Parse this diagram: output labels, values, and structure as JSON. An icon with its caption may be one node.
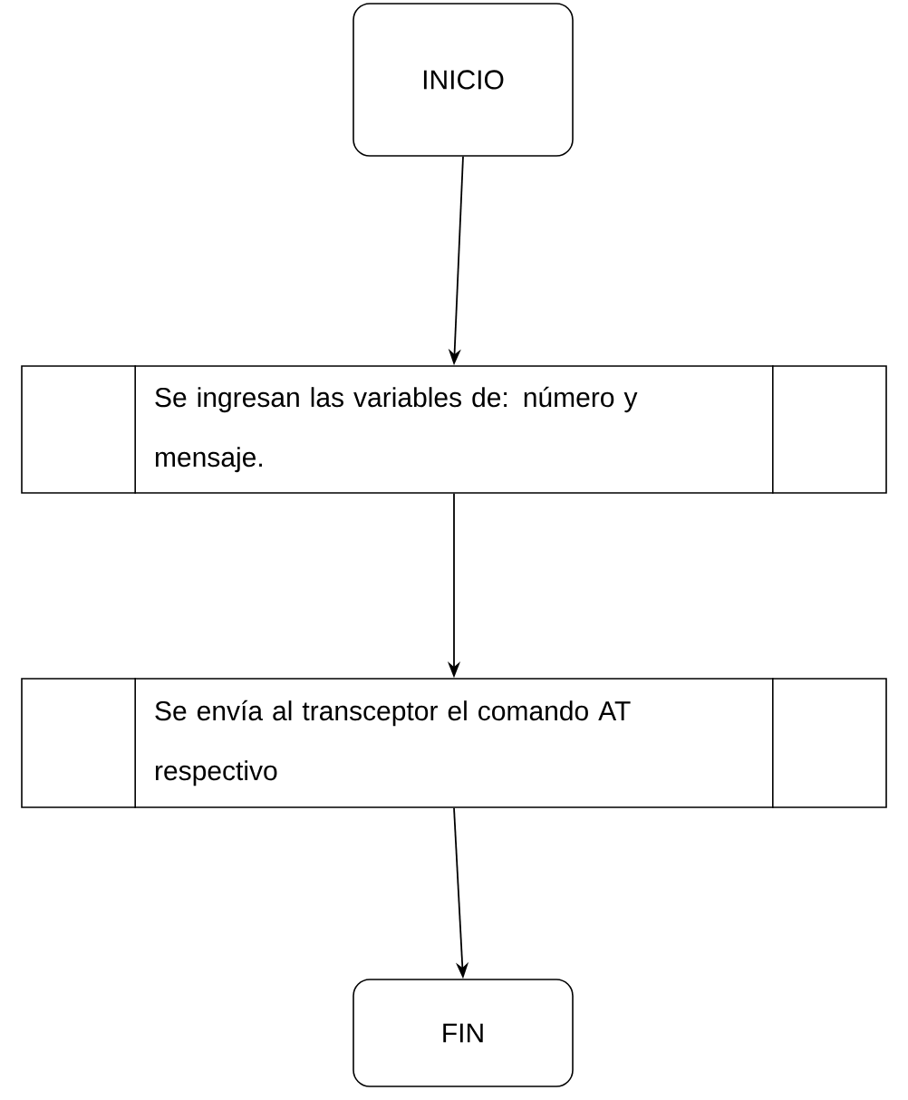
{
  "diagram": {
    "nodes": [
      {
        "text": [
          "INICIO"
        ]
      },
      {
        "text": [
          "Se ingresan las variables de: número y mensaje."
        ]
      },
      {
        "text": [
          "Se envía al transceptor el comando AT respectivo"
        ]
      },
      {
        "text": [
          "FIN"
        ]
      }
    ],
    "edges": [
      {
        "from": 0,
        "to": 1,
        "arrow": "to"
      },
      {
        "from": 1,
        "to": 2,
        "arrow": "to"
      },
      {
        "from": 2,
        "to": 3,
        "arrow": "to"
      }
    ]
  }
}
